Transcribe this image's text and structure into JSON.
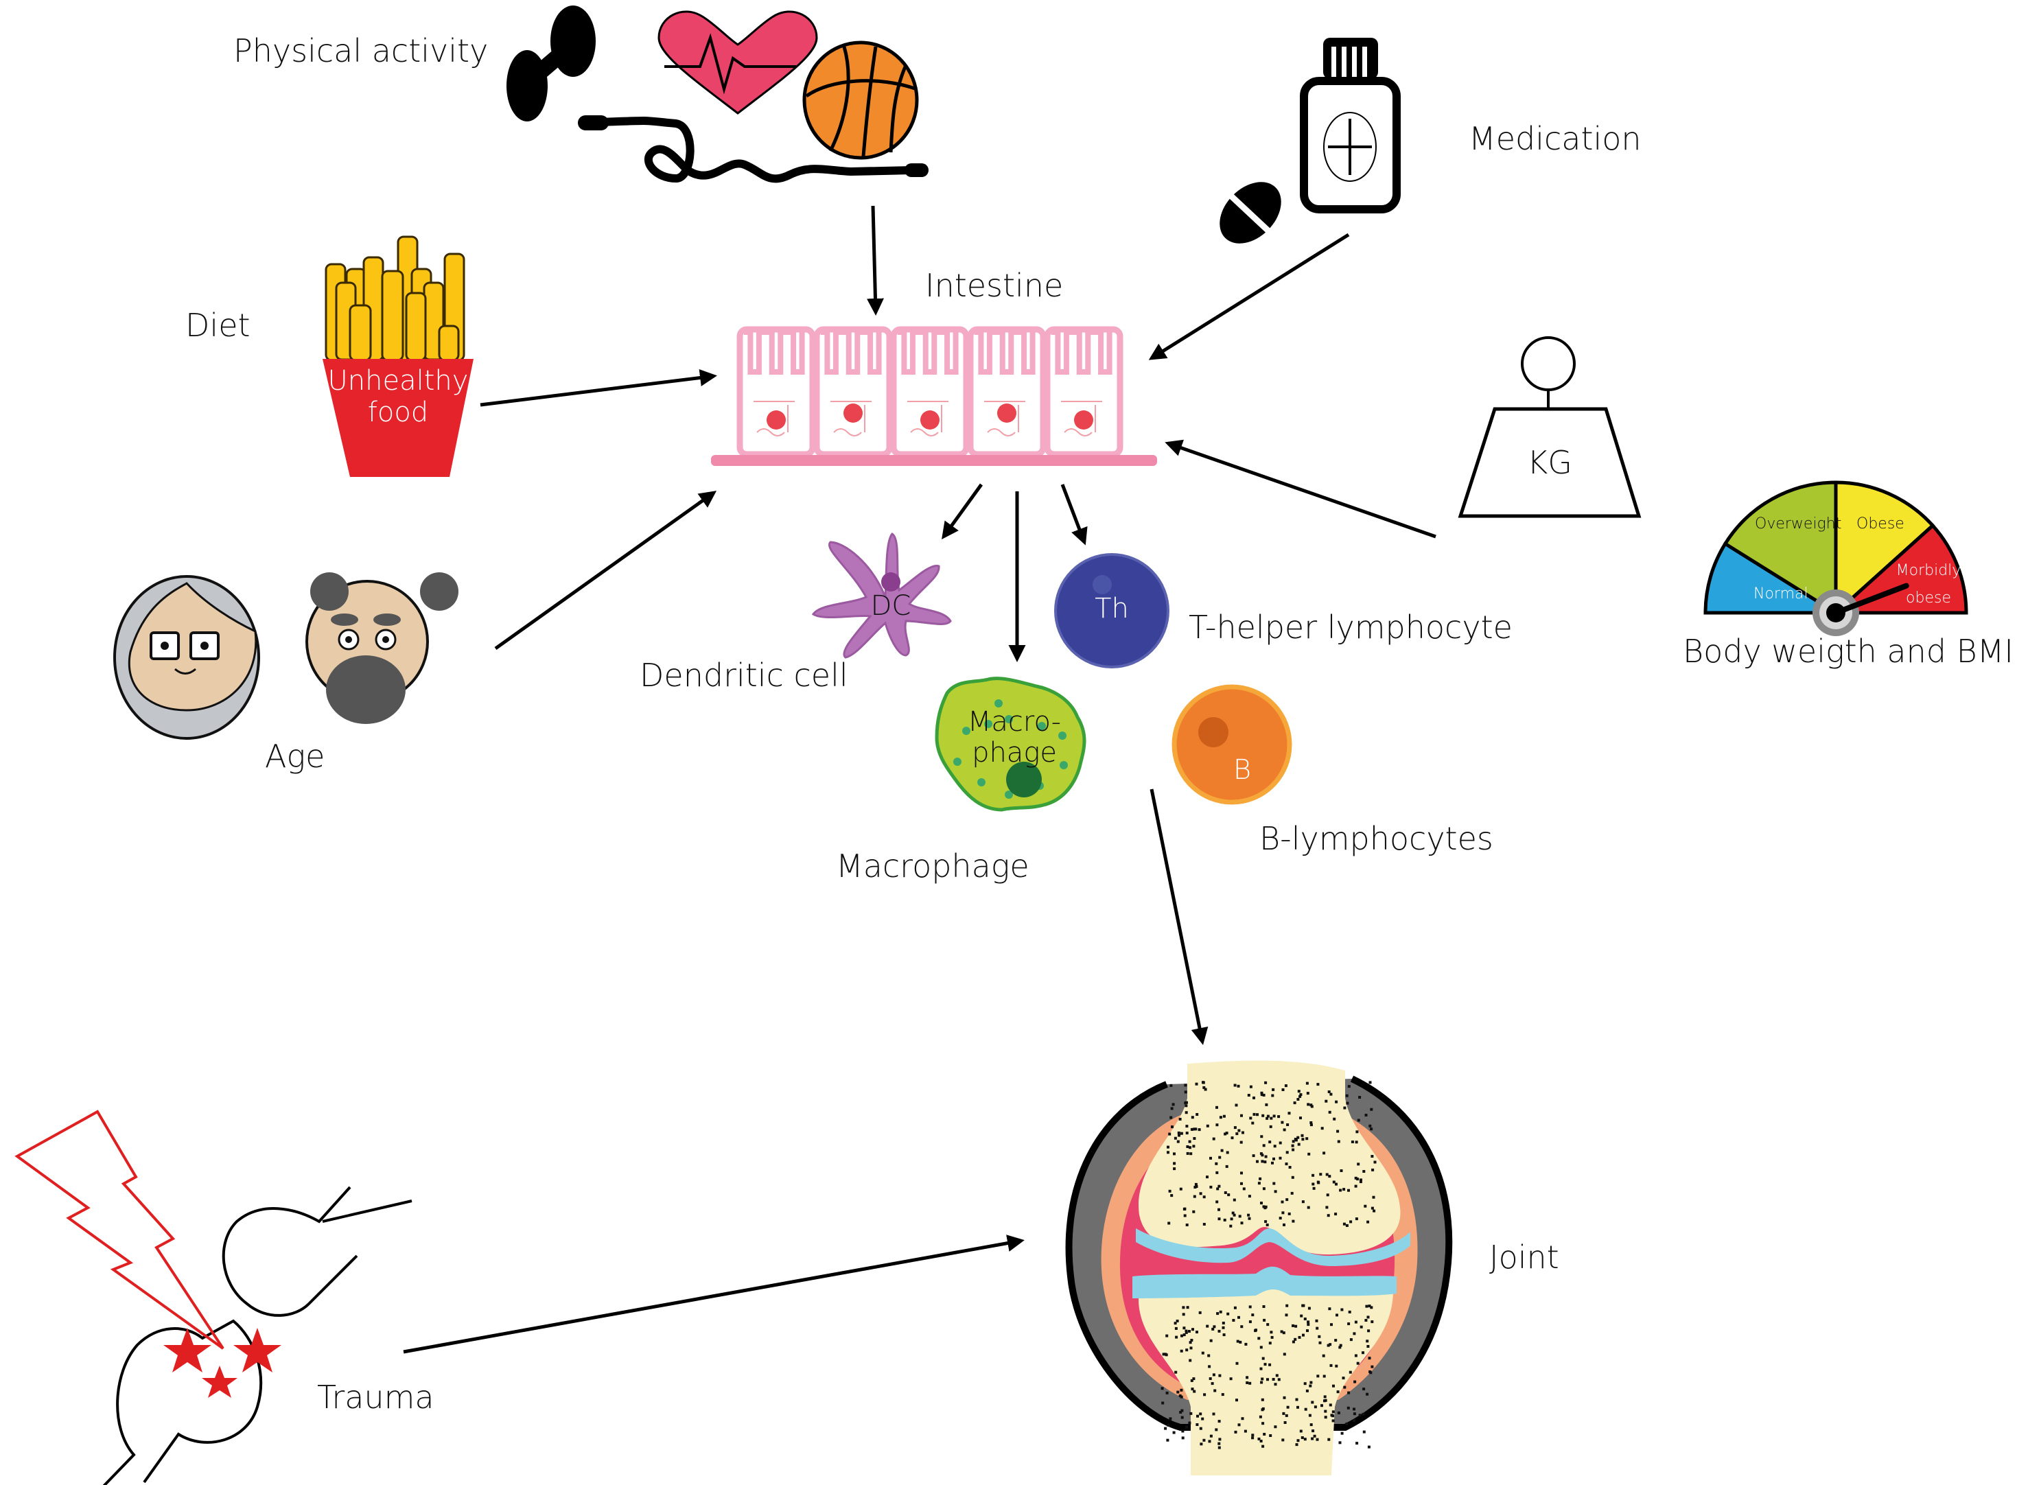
{
  "factors": {
    "physical_activity": "Physical activity",
    "medication": "Medication",
    "diet": "Diet",
    "unhealthy_food": [
      "Unhealthy",
      "food"
    ],
    "age": "Age",
    "weight_kg": "KG",
    "body_weight_bmi": "Body weigth and BMI",
    "trauma": "Trauma"
  },
  "center": {
    "intestine": "Intestine"
  },
  "cells": {
    "dendritic_cell": {
      "label": "Dendritic cell",
      "abbr": "DC"
    },
    "macrophage": {
      "label": "Macrophage",
      "abbr": [
        "Macro-",
        "phage"
      ]
    },
    "t_helper": {
      "label": "T-helper lymphocyte",
      "abbr": "Th"
    },
    "b_lymphocytes": {
      "label": "B-lymphocytes",
      "abbr": "B"
    }
  },
  "target": {
    "joint": "Joint"
  },
  "bmi_gauge": {
    "segments": [
      {
        "label": "Normal",
        "color": "#29a3dc"
      },
      {
        "label": "Overweight",
        "color": "#a9c62e"
      },
      {
        "label": "Obese",
        "color": "#f5e52a"
      },
      {
        "label": "Morbidly obese",
        "label_lines": [
          "Morbidly",
          "obese"
        ],
        "color": "#e4232b"
      }
    ],
    "needle_category": "Morbidly obese"
  },
  "colors": {
    "intestine_pink": "#f4a9c4",
    "intestine_base": "#f08aaa",
    "nucleus_red": "#e8434f",
    "dc_purple": "#b574b8",
    "th_blue": "#3a4199",
    "macrophage_green": "#b6d034",
    "b_orange": "#ee7d2c",
    "fries_yellow": "#fbc413",
    "fries_red": "#e4232b",
    "heart": "#e9436a",
    "ball": "#f08a2a",
    "bone": "#f8f0c4",
    "cartilage": "#8dd3e8",
    "synovium": "#e8436a",
    "capsule": "#6e6e6e",
    "lightning": "#e02020"
  }
}
